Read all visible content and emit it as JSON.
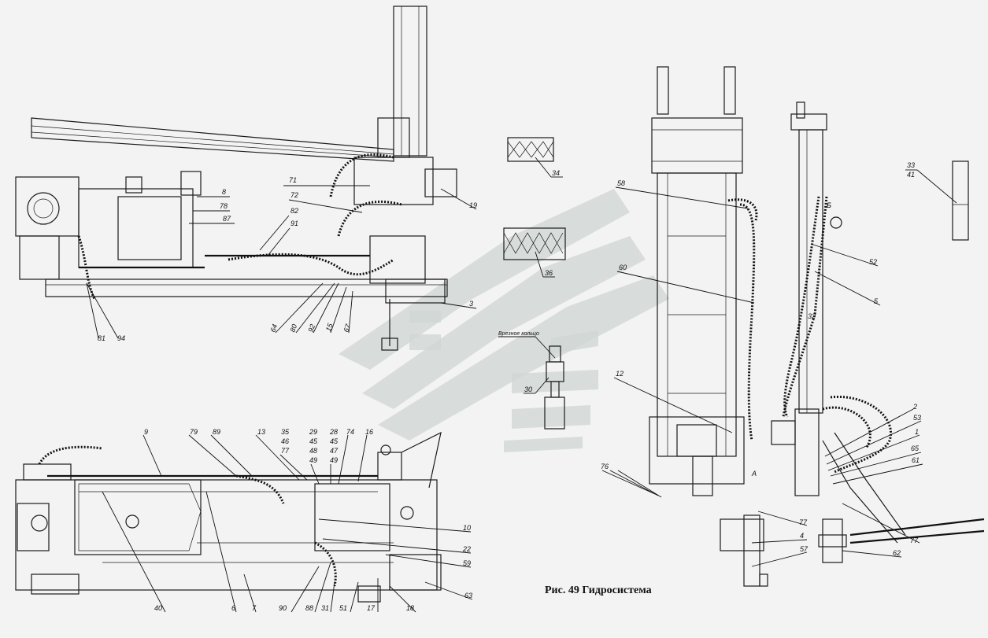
{
  "caption": "Рис. 49 Гидросистема",
  "note_label": "Врезное кольцо",
  "callouts": [
    "8",
    "78",
    "87",
    "71",
    "72",
    "82",
    "91",
    "19",
    "64",
    "80",
    "92",
    "15",
    "67",
    "3",
    "81",
    "94",
    "34",
    "36",
    "30",
    "58",
    "60",
    "12",
    "76",
    "33",
    "41",
    "Б",
    "52",
    "5",
    "32",
    "2",
    "53",
    "1",
    "65",
    "61",
    "77",
    "4",
    "57",
    "62",
    "9",
    "79",
    "89",
    "13",
    "35",
    "46",
    "77",
    "29",
    "45",
    "48",
    "49",
    "28",
    "47",
    "74",
    "16",
    "10",
    "22",
    "59",
    "63",
    "18",
    "17",
    "51",
    "31",
    "88",
    "90",
    "7",
    "6",
    "40",
    "A"
  ]
}
